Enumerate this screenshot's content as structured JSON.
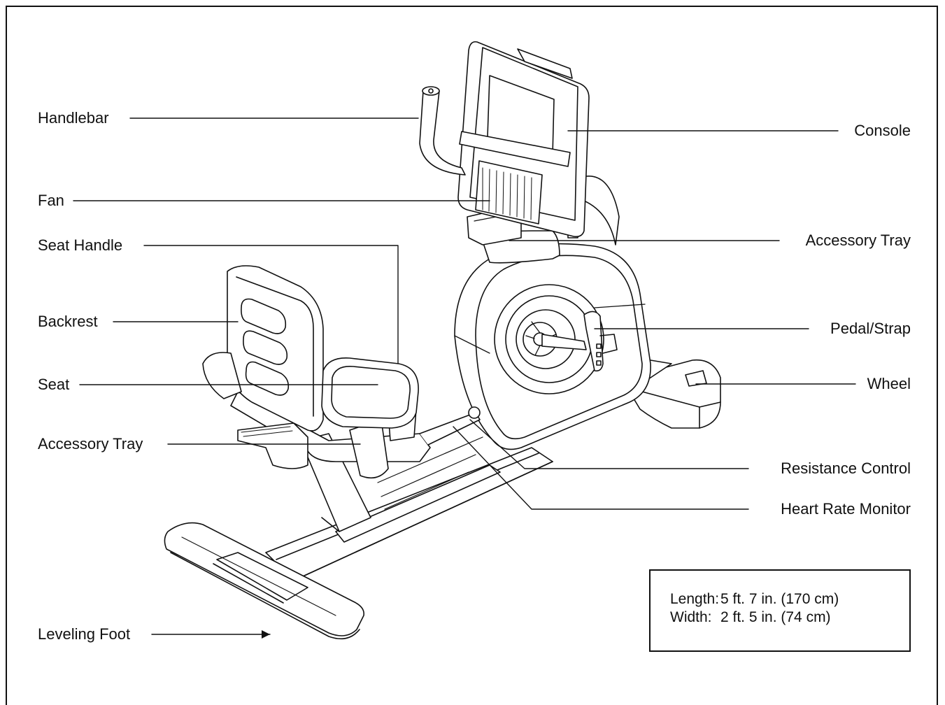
{
  "labels": {
    "handlebar": "Handlebar",
    "fan": "Fan",
    "seat_handle": "Seat Handle",
    "backrest": "Backrest",
    "seat": "Seat",
    "accessory_tray_left": "Accessory Tray",
    "leveling_foot": "Leveling Foot",
    "console": "Console",
    "accessory_tray_right": "Accessory Tray",
    "pedal_strap": "Pedal/Strap",
    "wheel": "Wheel",
    "resistance_control": "Resistance Control",
    "heart_rate_monitor": "Heart Rate Monitor"
  },
  "dimensions": {
    "length_label": "Length:",
    "length_value": "5 ft. 7 in. (170 cm)",
    "width_label": "Width:",
    "width_value": "2 ft. 5 in. (74 cm)"
  }
}
